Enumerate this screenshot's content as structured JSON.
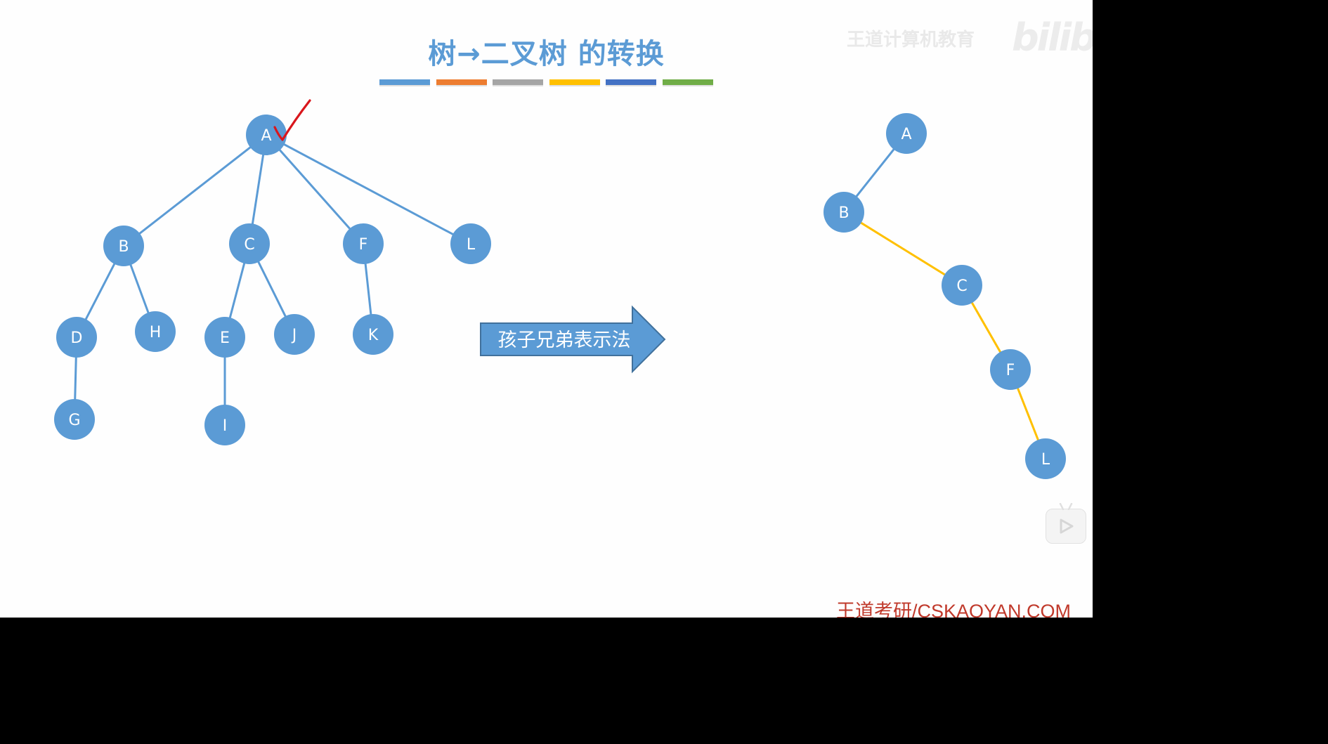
{
  "title": "树→二叉树 的转换",
  "title_bar_colors": [
    "#5b9bd5",
    "#ed7d31",
    "#a5a5a5",
    "#ffc000",
    "#4472c4",
    "#70ad47"
  ],
  "colors": {
    "node_fill": "#5b9bd5",
    "tree_edge": "#5b9bd5",
    "binary_sibling_edge": "#ffc000",
    "check_mark": "#d9161c"
  },
  "arrow": {
    "label": "孩子兄弟表示法"
  },
  "original_tree": {
    "nodes": [
      {
        "id": "A",
        "label": "A"
      },
      {
        "id": "B",
        "label": "B"
      },
      {
        "id": "C",
        "label": "C"
      },
      {
        "id": "F",
        "label": "F"
      },
      {
        "id": "L",
        "label": "L"
      },
      {
        "id": "D",
        "label": "D"
      },
      {
        "id": "H",
        "label": "H"
      },
      {
        "id": "E",
        "label": "E"
      },
      {
        "id": "J",
        "label": "J"
      },
      {
        "id": "K",
        "label": "K"
      },
      {
        "id": "G",
        "label": "G"
      },
      {
        "id": "I",
        "label": "I"
      }
    ],
    "edges": [
      [
        "A",
        "B"
      ],
      [
        "A",
        "C"
      ],
      [
        "A",
        "F"
      ],
      [
        "A",
        "L"
      ],
      [
        "B",
        "D"
      ],
      [
        "B",
        "H"
      ],
      [
        "C",
        "E"
      ],
      [
        "C",
        "J"
      ],
      [
        "F",
        "K"
      ],
      [
        "D",
        "G"
      ],
      [
        "E",
        "I"
      ]
    ],
    "checked_node": "A"
  },
  "binary_tree": {
    "nodes": [
      {
        "id": "A",
        "label": "A"
      },
      {
        "id": "B",
        "label": "B"
      },
      {
        "id": "C",
        "label": "C"
      },
      {
        "id": "F",
        "label": "F"
      },
      {
        "id": "L",
        "label": "L"
      }
    ],
    "edges": [
      {
        "from": "A",
        "to": "B",
        "kind": "child"
      },
      {
        "from": "B",
        "to": "C",
        "kind": "sibling"
      },
      {
        "from": "C",
        "to": "F",
        "kind": "sibling"
      },
      {
        "from": "F",
        "to": "L",
        "kind": "sibling"
      }
    ]
  },
  "watermark": {
    "channel": "王道计算机教育",
    "platform": "bilibili"
  },
  "footer_credit": "王道考研/CSKAOYAN.COM",
  "player": {
    "icon": "play-icon"
  }
}
